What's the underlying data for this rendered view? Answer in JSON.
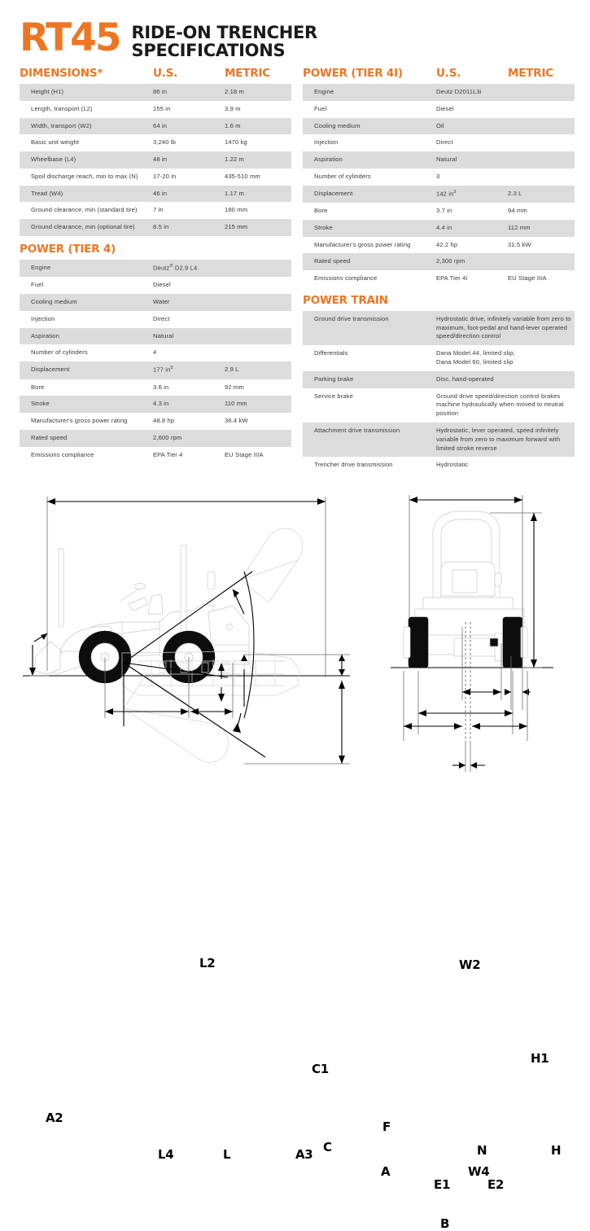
{
  "header": {
    "model": "RT45",
    "title_line1": "Ride-On Trencher",
    "title_line2": "Specifications"
  },
  "columns": {
    "unit_headers": {
      "us": "U.S.",
      "metric": "Metric"
    }
  },
  "sections": [
    {
      "id": "dimensions",
      "title": "Dimensions*",
      "column": "left",
      "show_unit_headers": true,
      "rows": [
        {
          "name": "Height (H1)",
          "us": "86 in",
          "metric": "2.18 m"
        },
        {
          "name": "Length, transport (L2)",
          "us": "155 in",
          "metric": "3.9 m"
        },
        {
          "name": "Width, transport (W2)",
          "us": "64 in",
          "metric": "1.6 m"
        },
        {
          "name": "Basic unit weight",
          "us": "3,240 lb",
          "metric": "1470 kg"
        },
        {
          "name": "Wheelbase (L4)",
          "us": "48 in",
          "metric": "1.22 m"
        },
        {
          "name": "Spoil discharge reach, min to max (N)",
          "us": "17-20 in",
          "metric": "435-510 mm"
        },
        {
          "name": "Tread (W4)",
          "us": "46 in",
          "metric": "1.17 m"
        },
        {
          "name": "Ground clearance, min (standard tire)",
          "us": "7 in",
          "metric": "180 mm"
        },
        {
          "name": "Ground clearance, min (optional  tire)",
          "us": "8.5 in",
          "metric": "215 mm"
        }
      ]
    },
    {
      "id": "power-tier-4",
      "title": "Power (Tier 4)",
      "column": "left",
      "show_unit_headers": false,
      "rows": [
        {
          "name": "Engine",
          "us": "Deutz® D2.9 L4",
          "metric": ""
        },
        {
          "name": "Fuel",
          "us": "Diesel",
          "metric": ""
        },
        {
          "name": "Cooling medium",
          "us": "Water",
          "metric": ""
        },
        {
          "name": "Injection",
          "us": "Direct",
          "metric": ""
        },
        {
          "name": "Aspiration",
          "us": "Natural",
          "metric": ""
        },
        {
          "name": "Number of cylinders",
          "us": "4",
          "metric": ""
        },
        {
          "name": "Displacement",
          "us": "177 in³",
          "metric": "2.9 L"
        },
        {
          "name": "Bore",
          "us": "3.6 in",
          "metric": "92 mm"
        },
        {
          "name": "Stroke",
          "us": "4.3 in",
          "metric": "110 mm"
        },
        {
          "name": "Manufacturer's gross power rating",
          "us": "48.8 hp",
          "metric": "36.4 kW"
        },
        {
          "name": "Rated speed",
          "us": "2,600 rpm",
          "metric": ""
        },
        {
          "name": "Emissions compliance",
          "us": "EPA Tier 4",
          "metric": "EU Stage IIIA"
        }
      ]
    },
    {
      "id": "power-tier-4i",
      "title": "Power (Tier 4i)",
      "column": "right",
      "show_unit_headers": true,
      "rows": [
        {
          "name": "Engine",
          "us": "Deutz D2011L3i",
          "metric": ""
        },
        {
          "name": "Fuel",
          "us": "Diesel",
          "metric": ""
        },
        {
          "name": "Cooling medium",
          "us": "Oil",
          "metric": ""
        },
        {
          "name": "Injection",
          "us": "Direct",
          "metric": ""
        },
        {
          "name": "Aspiration",
          "us": "Natural",
          "metric": ""
        },
        {
          "name": "Number of cylinders",
          "us": "3",
          "metric": ""
        },
        {
          "name": "Displacement",
          "us": "142 in³",
          "metric": "2.3 L"
        },
        {
          "name": "Bore",
          "us": "3.7 in",
          "metric": "94 mm"
        },
        {
          "name": "Stroke",
          "us": "4.4 in",
          "metric": "112 mm"
        },
        {
          "name": "Manufacturer's gross power rating",
          "us": "42.2 hp",
          "metric": "31.5 kW"
        },
        {
          "name": "Rated speed",
          "us": "2,300 rpm",
          "metric": ""
        },
        {
          "name": "Emissions compliance",
          "us": "EPA Tier 4i",
          "metric": "EU Stage IIIA"
        }
      ]
    },
    {
      "id": "power-train",
      "title": "Power Train",
      "column": "right",
      "show_unit_headers": false,
      "rows": [
        {
          "name": "Ground drive transmission",
          "us": "Hydrostatic drive, infinitely variable from zero to maximum, foot-pedal and hand-lever operated speed/direction control",
          "metric": ""
        },
        {
          "name": "Differentials",
          "us": "Dana Model 44, limited slip;\nDana Model 60, limited slip",
          "metric": ""
        },
        {
          "name": "Parking brake",
          "us": "Disc, hand-operated",
          "metric": ""
        },
        {
          "name": "Service brake",
          "us": "Ground drive speed/direction control brakes machine hydraulically when moved to neutral position",
          "metric": ""
        },
        {
          "name": "Attachment drive transmission",
          "us": "Hydrostatic, lever operated, speed infinitely variable from zero to maximum forward with limited stroke reverse",
          "metric": ""
        },
        {
          "name": "Trencher drive transmission",
          "us": "Hydrostatic",
          "metric": ""
        }
      ]
    }
  ],
  "drawing": {
    "side_view_labels": [
      "L2",
      "A2",
      "L4",
      "L",
      "C1",
      "C",
      "A3",
      "F",
      "A"
    ],
    "front_view_labels": [
      "W2",
      "H1",
      "N",
      "H",
      "W4",
      "E1",
      "E2",
      "B"
    ]
  },
  "colors": {
    "accent": "#EE7623",
    "row_alt": "#DCDCDC",
    "text": "#3A3A3C",
    "title": "#1A1A1A"
  }
}
